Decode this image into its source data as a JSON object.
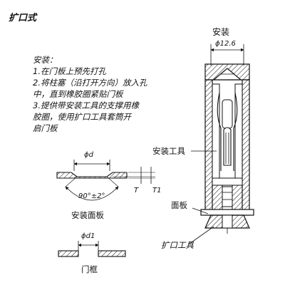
{
  "title": "扩口式",
  "install_label": "安装",
  "install_diameter": "ϕ12.6",
  "notes": {
    "heading": "安装：",
    "lines": [
      "1.在门板上预先打孔",
      "2.将柱塞（沿打开方向）放入孔",
      "中，直到橡胶圈紧贴门板",
      "3.提供带安装工具的支撑用橡",
      "胶圈，使用扩口工具套筒开",
      "启门板"
    ]
  },
  "panel_fig": {
    "diameter": "ϕd",
    "angle": "90°±2°",
    "t_label": "T",
    "t1_label": "T1",
    "caption": "安装面板"
  },
  "frame_fig": {
    "diameter": "ϕd1",
    "caption": "门框"
  },
  "callouts": {
    "tool": "安装工具",
    "panel": "面板",
    "flare_tool": "扩口工具"
  }
}
